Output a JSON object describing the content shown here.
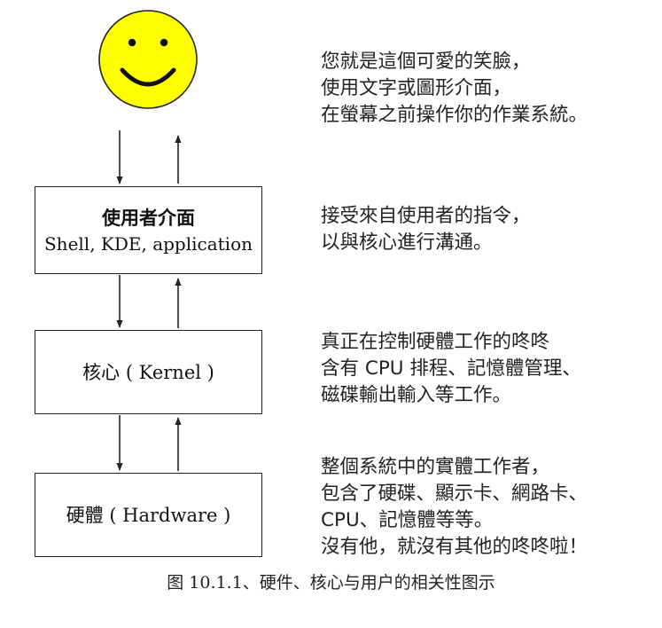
{
  "user": {
    "description": [
      "您就是這個可愛的笑臉，",
      "使用文字或圖形介面，",
      "在螢幕之前操作你的作業系統。"
    ]
  },
  "layers": {
    "ui": {
      "title": "使用者介面",
      "subtitle": "Shell, KDE, application",
      "description": [
        "接受來自使用者的指令，",
        "以與核心進行溝通。"
      ]
    },
    "kernel": {
      "label": "核心 ( Kernel )",
      "description": [
        "真正在控制硬體工作的咚咚",
        "含有 CPU 排程、記憶體管理、",
        "磁碟輸出輸入等工作。"
      ]
    },
    "hardware": {
      "label": "硬體 ( Hardware )",
      "description": [
        "整個系統中的實體工作者，",
        "包含了硬碟、顯示卡、網路卡、",
        "CPU、記憶體等等。",
        "沒有他，就沒有其他的咚咚啦！"
      ]
    }
  },
  "caption": "图 10.1.1、硬件、核心与用户的相关性图示",
  "colors": {
    "face_fill": "#ffff00",
    "line": "#222222"
  },
  "icons": {
    "user": "smiley-face-icon",
    "down": "arrow-down-icon",
    "up": "arrow-up-icon"
  }
}
